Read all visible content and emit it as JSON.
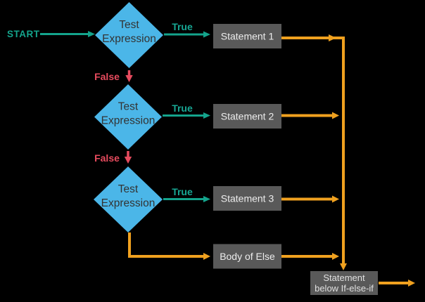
{
  "flowchart": {
    "description": "if-else-if ladder flowchart",
    "start_label": "START",
    "branch_labels": {
      "true": "True",
      "false": "False"
    },
    "decisions": [
      {
        "line1": "Test",
        "line2": "Expression"
      },
      {
        "line1": "Test",
        "line2": "Expression"
      },
      {
        "line1": "Test",
        "line2": "Expression"
      }
    ],
    "statements": [
      {
        "label": "Statement 1"
      },
      {
        "label": "Statement 2"
      },
      {
        "label": "Statement 3"
      }
    ],
    "else_box": {
      "label": "Body of Else"
    },
    "end_box": {
      "line1": "Statement",
      "line2": "below If-else-if"
    },
    "colors": {
      "background": "#000000",
      "diamond_fill": "#4bb6e8",
      "diamond_text": "#333333",
      "box_fill": "#595959",
      "box_text": "#ececec",
      "true_color": "#14a48c",
      "false_color": "#e74b5e",
      "flow_color": "#f0a11f"
    }
  }
}
